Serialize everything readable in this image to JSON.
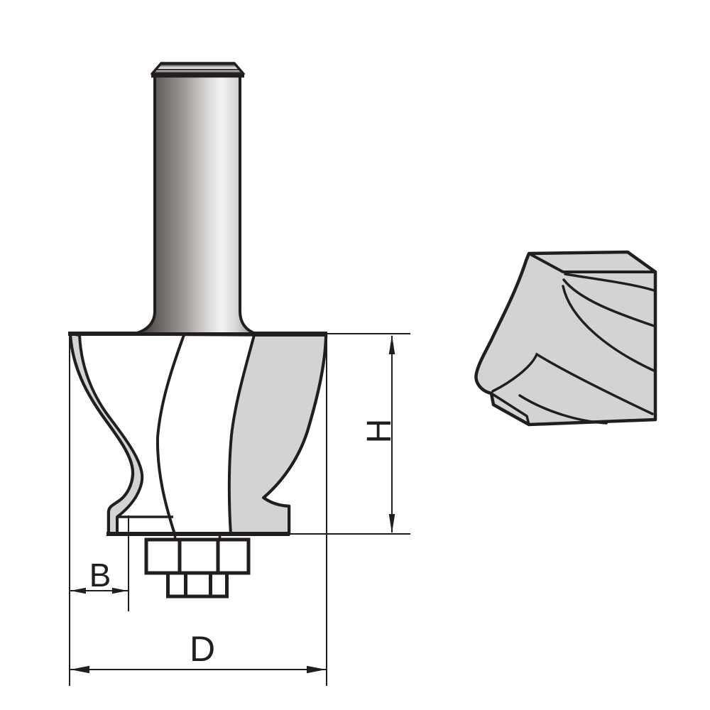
{
  "diagram": {
    "kind": "router-bit-dimension-drawing",
    "labels": {
      "b": "B",
      "d": "D",
      "h": "H"
    },
    "colors": {
      "outline": "#221e1f",
      "steel_gray": "#d3d3d5",
      "background": "#ffffff"
    }
  }
}
